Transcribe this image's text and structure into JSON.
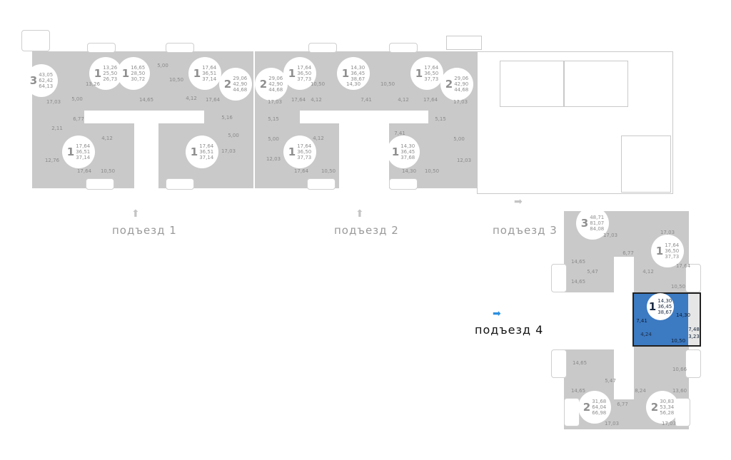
{
  "apartments": [
    {
      "rooms": "3",
      "a": "43,05",
      "b": "62,42",
      "c": "64,13"
    },
    {
      "rooms": "1",
      "a": "13,26",
      "b": "25,50",
      "c": "26,73"
    },
    {
      "rooms": "1",
      "a": "16,65",
      "b": "28,50",
      "c": "30,72"
    },
    {
      "rooms": "1",
      "a": "17,64",
      "b": "36,51",
      "c": "37,14"
    },
    {
      "rooms": "2",
      "a": "29,06",
      "b": "42,90",
      "c": "44,68"
    },
    {
      "rooms": "1",
      "a": "17,64",
      "b": "36,51",
      "c": "37,14"
    },
    {
      "rooms": "1",
      "a": "17,64",
      "b": "36,51",
      "c": "37,14"
    },
    {
      "rooms": "2",
      "a": "29,06",
      "b": "42,90",
      "c": "44,68"
    },
    {
      "rooms": "1",
      "a": "17,64",
      "b": "36,50",
      "c": "37,73"
    },
    {
      "rooms": "1",
      "a": "14,30",
      "b": "36,45",
      "c": "38,67"
    },
    {
      "rooms": "1",
      "a": "17,64",
      "b": "36,50",
      "c": "37,73"
    },
    {
      "rooms": "2",
      "a": "29,06",
      "b": "42,90",
      "c": "44,68"
    },
    {
      "rooms": "1",
      "a": "17,64",
      "b": "36,50",
      "c": "37,73"
    },
    {
      "rooms": "1",
      "a": "14,30",
      "b": "36,45",
      "c": "37,68"
    },
    {
      "rooms": "3",
      "a": "48,71",
      "b": "81,07",
      "c": "84,08"
    },
    {
      "rooms": "1",
      "a": "17,64",
      "b": "36,50",
      "c": "37,73"
    },
    {
      "rooms": "1",
      "a": "14,30",
      "b": "36,45",
      "c": "38,67"
    },
    {
      "rooms": "2",
      "a": "31,68",
      "b": "64,04",
      "c": "66,98"
    },
    {
      "rooms": "2",
      "a": "30,83",
      "b": "53,34",
      "c": "56,28"
    }
  ],
  "room_labels": [
    "13,26",
    "5,00",
    "17,03",
    "6,77",
    "2,11",
    "12,76",
    "17,64",
    "10,50",
    "4,12",
    "14,65",
    "5,00",
    "10,50",
    "4,12",
    "17,64",
    "5,16",
    "5,00",
    "17,03",
    "17,03",
    "17,64",
    "4,12",
    "10,50",
    "14,30",
    "7,41",
    "10,50",
    "4,12",
    "17,64",
    "17,03",
    "5,15",
    "5,00",
    "12,03",
    "17,64",
    "10,50",
    "4,12",
    "14,30",
    "10,50",
    "7,41",
    "5,15",
    "5,00",
    "12,03",
    "17,03",
    "17,03",
    "6,77",
    "14,65",
    "5,47",
    "14,65",
    "17,64",
    "4,12",
    "10,50",
    "14,65",
    "10,66",
    "14,65",
    "5,47",
    "8,24",
    "13,60",
    "6,77",
    "17,03",
    "17,03",
    "7,41",
    "14,30",
    "10,50",
    "4,24",
    "7,48",
    "3,23"
  ],
  "entrances": [
    "подъезд 1",
    "подъезд 2",
    "подъезд 3",
    "подъезд 4"
  ],
  "colors": {
    "selected": "#3c7ac2",
    "plan_gray": "#c9c9c9"
  }
}
